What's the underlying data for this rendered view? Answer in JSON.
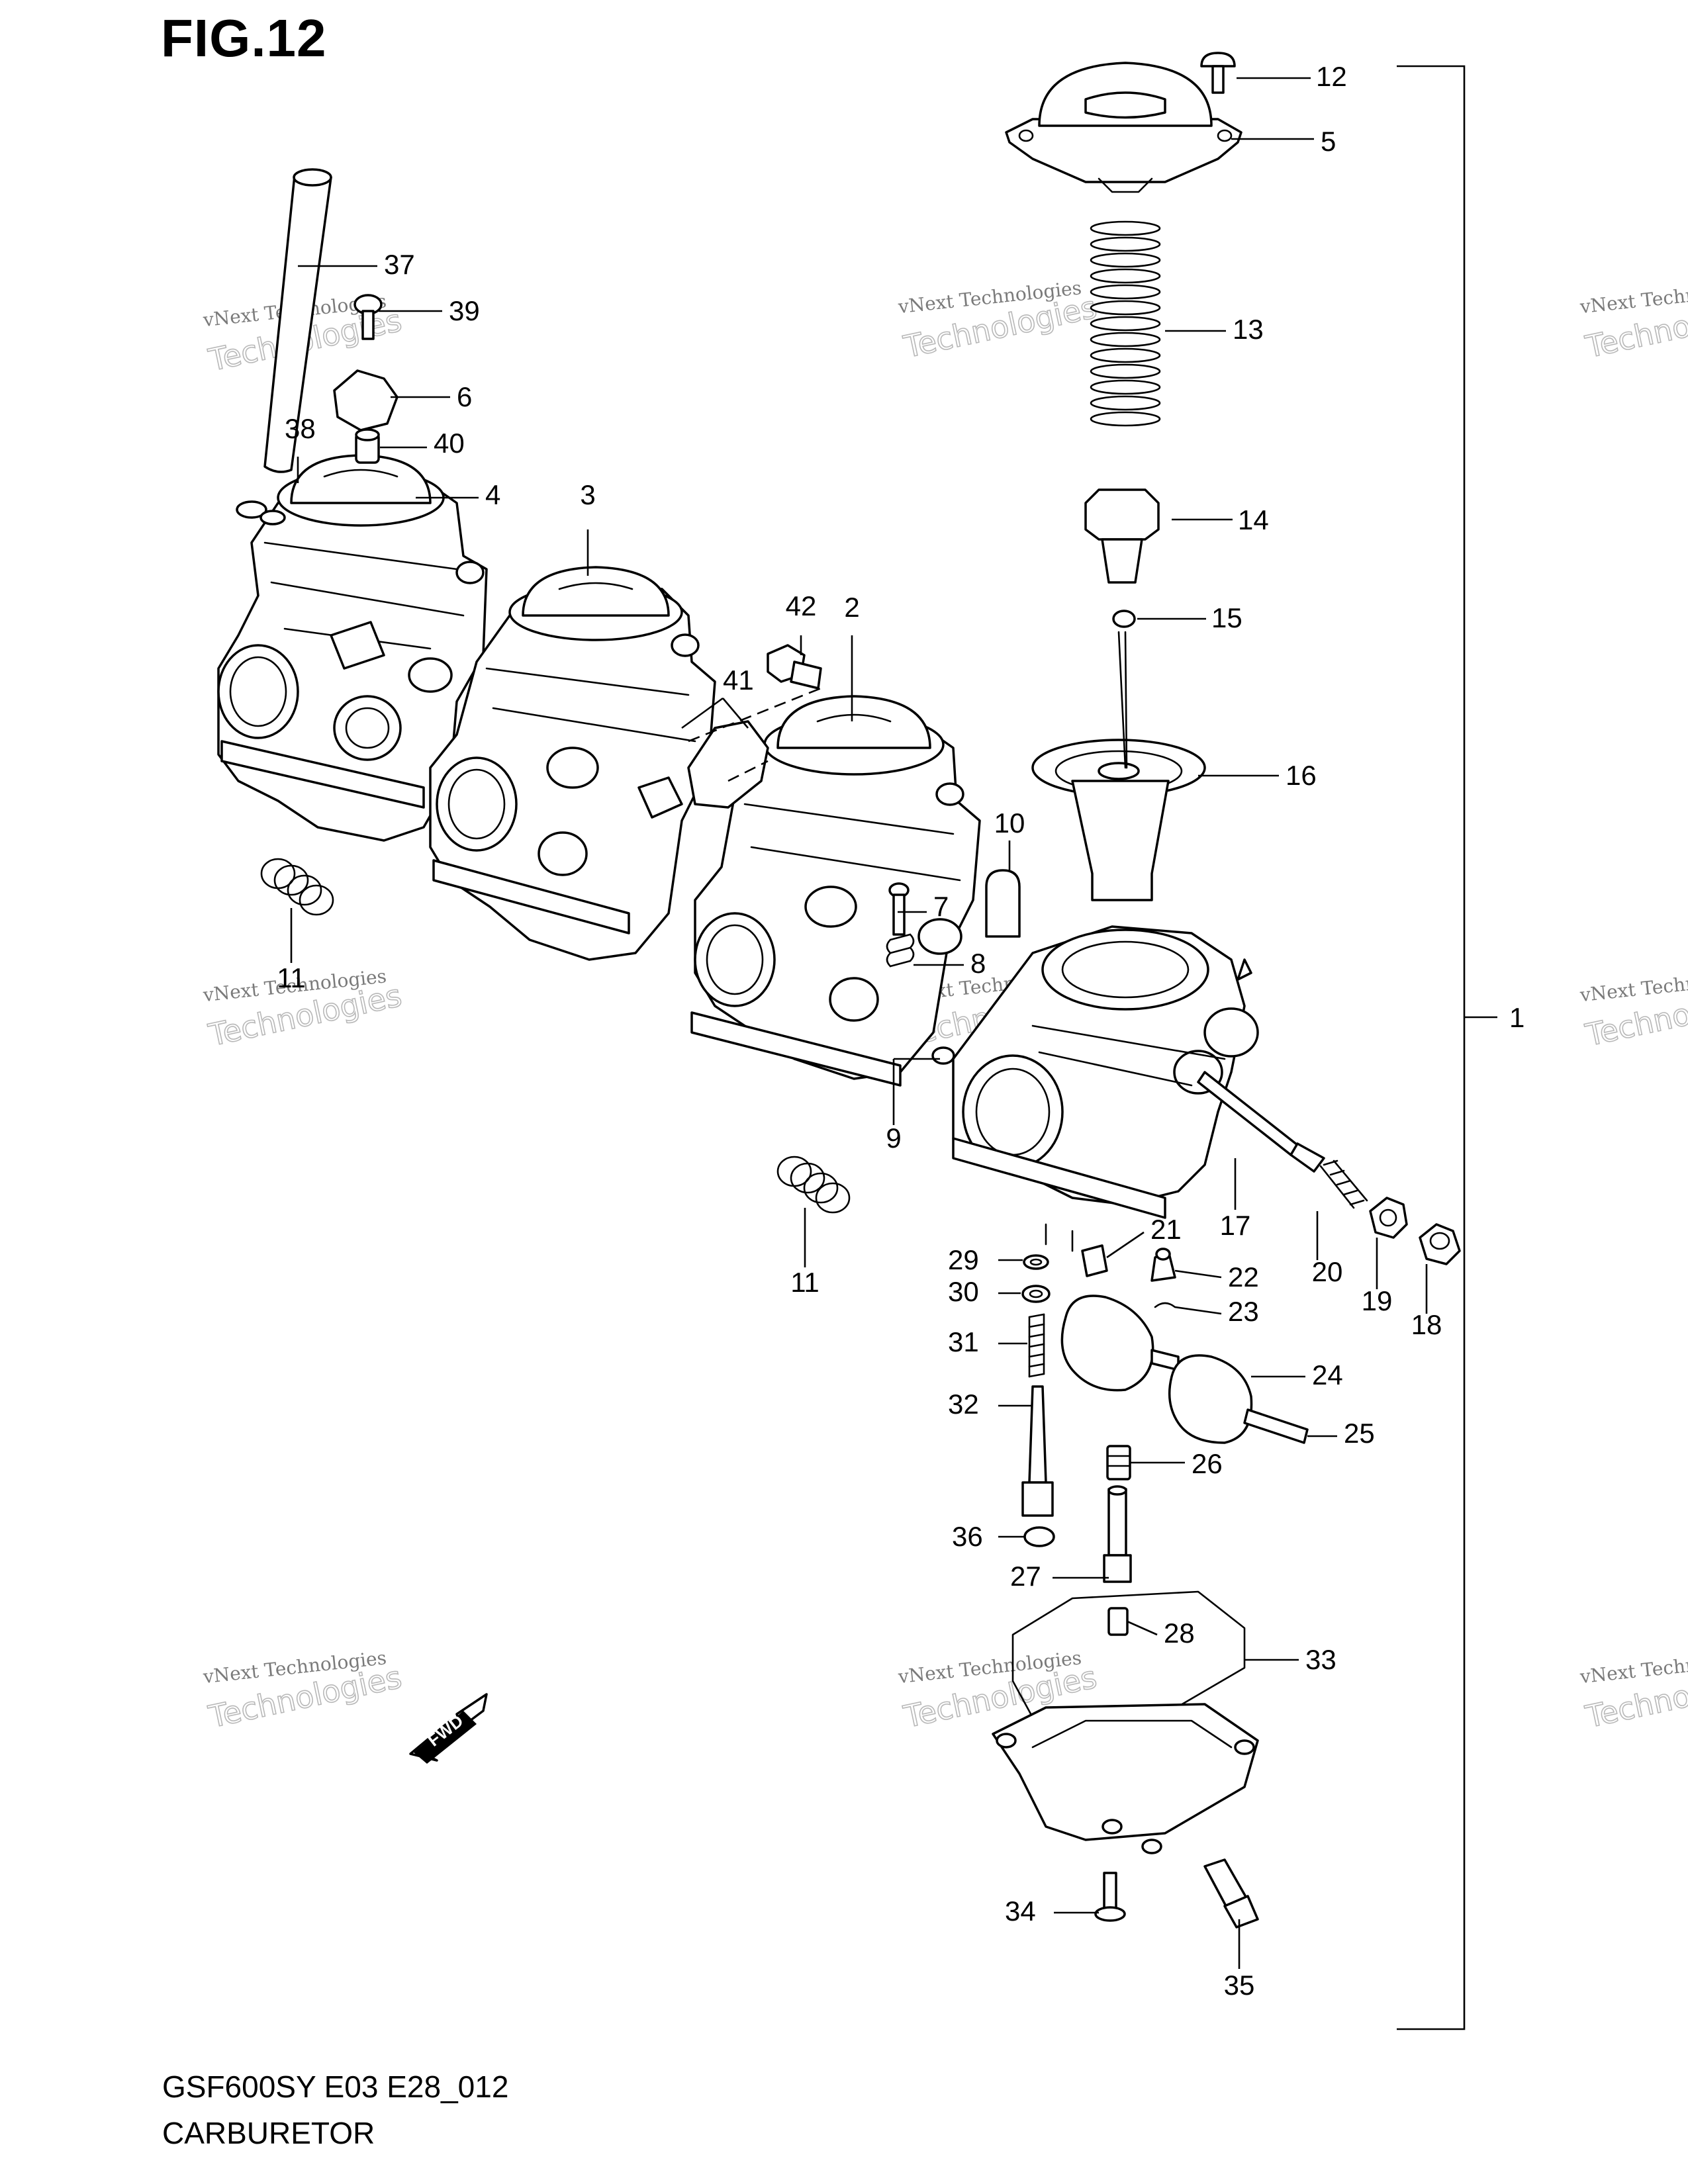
{
  "figure": {
    "title": "FIG.12",
    "model_code": "GSF600SY E03 E28_012",
    "section_name": "CARBURETOR"
  },
  "callouts": [
    "1",
    "2",
    "3",
    "4",
    "5",
    "6",
    "7",
    "8",
    "9",
    "10",
    "11",
    "11",
    "12",
    "13",
    "14",
    "15",
    "16",
    "17",
    "18",
    "19",
    "20",
    "21",
    "22",
    "23",
    "24",
    "25",
    "26",
    "27",
    "28",
    "29",
    "30",
    "31",
    "32",
    "33",
    "34",
    "35",
    "36",
    "37",
    "38",
    "39",
    "40",
    "41",
    "42"
  ],
  "watermark": {
    "line1": "vNext Technologies",
    "line2": "Technologies"
  },
  "fwd_label": "FWD",
  "colors": {
    "ink": "#000000",
    "paper": "#ffffff",
    "watermark": "#9a9a9a"
  }
}
